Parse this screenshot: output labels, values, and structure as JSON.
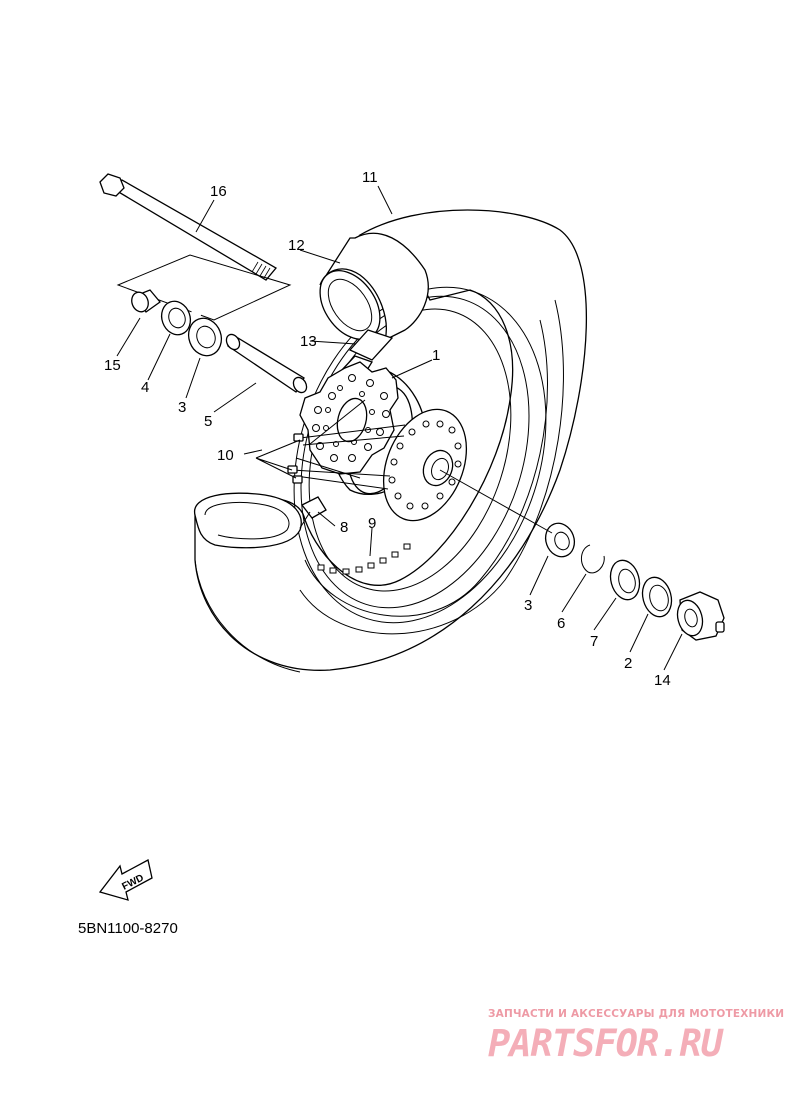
{
  "diagram": {
    "catalog_code": "5BN1100-8270",
    "fwd_label": "FWD",
    "callouts": {
      "c1": "1",
      "c2": "2",
      "c3a": "3",
      "c3b": "3",
      "c4": "4",
      "c5": "5",
      "c6": "6",
      "c7": "7",
      "c8": "8",
      "c9": "9",
      "c10": "10",
      "c11": "11",
      "c12": "12",
      "c13": "13",
      "c14": "14",
      "c15": "15",
      "c16": "16"
    }
  },
  "watermark": {
    "tagline": "ЗАПЧАСТИ И АКСЕССУАРЫ ДЛЯ МОТОТЕХНИКИ",
    "brand": "PARTSFOR.RU",
    "color": "#f4aeb8"
  }
}
